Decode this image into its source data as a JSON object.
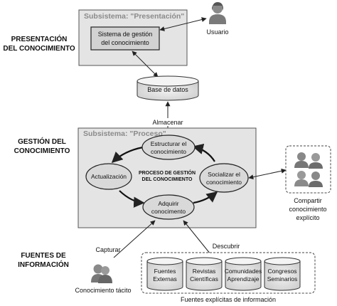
{
  "sections": {
    "presentation": [
      "PRESENTACIÓN",
      "DEL CONOCIMIENTO"
    ],
    "management": [
      "GESTIÓN DEL",
      "CONOCIMIENTO"
    ],
    "sources": [
      "FUENTES DE",
      "INFORMACIÓN"
    ]
  },
  "subsystems": {
    "presentation_title": "Subsistema: \"Presentación\"",
    "process_title": "Subsistema: \"Proceso\""
  },
  "nodes": {
    "kms": [
      "Sistema de gestión",
      "del conocimiento"
    ],
    "user": "Usuario",
    "database": "Base de datos",
    "structure": [
      "Estructurar el",
      "conocimiento"
    ],
    "update": "Actualización",
    "process_center": [
      "PROCESO DE GESTIÓN",
      "DEL CONOCIMIENTO"
    ],
    "socialize": [
      "Socializar el",
      "conocimiento"
    ],
    "acquire": [
      "Adquirir",
      "conocimento"
    ],
    "share": [
      "Compartir",
      "conocimiento",
      "explícito"
    ],
    "tacit": "Conocimiento tácito",
    "explicit_sources": "Fuentes explícitas de información"
  },
  "edges": {
    "store": "Almacenar",
    "capture": "Capturar",
    "discover": "Descubrir"
  },
  "sources": [
    [
      "Fuentes",
      "Externas"
    ],
    [
      "Revistas",
      "Científicas"
    ],
    [
      "Comunidades",
      "Aprendizaje"
    ],
    [
      "Congresos",
      "Seminarios"
    ]
  ],
  "colors": {
    "panel_fill": "#e4e4e4",
    "node_fill": "#d9d9d9",
    "stroke": "#333333"
  }
}
